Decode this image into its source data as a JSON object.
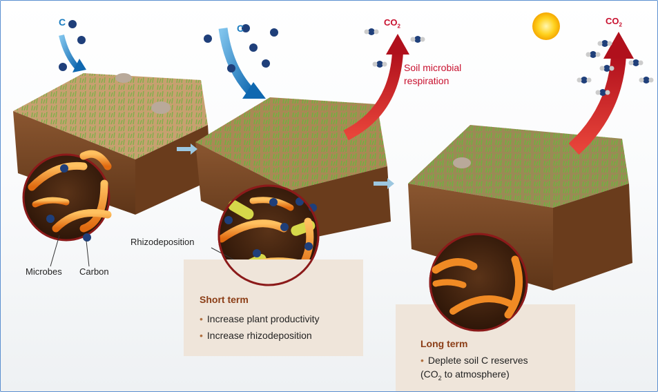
{
  "labels": {
    "carbon_symbol": "C",
    "carbon_symbol_2": "C",
    "co2_left": "CO",
    "co2_left_sub": "2",
    "co2_right": "CO",
    "co2_right_sub": "2",
    "respiration_line1": "Soil microbial",
    "respiration_line2": "respiration",
    "rhizodeposition": "Rhizodeposition",
    "microbes": "Microbes",
    "carbon": "Carbon"
  },
  "short_term": {
    "title": "Short term",
    "items": [
      "Increase plant productivity",
      "Increase rhizodeposition"
    ]
  },
  "long_term": {
    "title": "Long term",
    "item_line1": "Deplete soil C reserves",
    "item_line2_pre": "(CO",
    "item_line2_sub": "2",
    "item_line2_post": " to atmosphere)"
  },
  "colors": {
    "carbon_arrow": "#1a7cc0",
    "co2_arrow": "#c8102e",
    "soil": "#7a4a26",
    "microbe": "#f08a24",
    "carbon_dot": "#1f3f7a",
    "text_box": "#efe5da",
    "box_title": "#8b3d16"
  }
}
